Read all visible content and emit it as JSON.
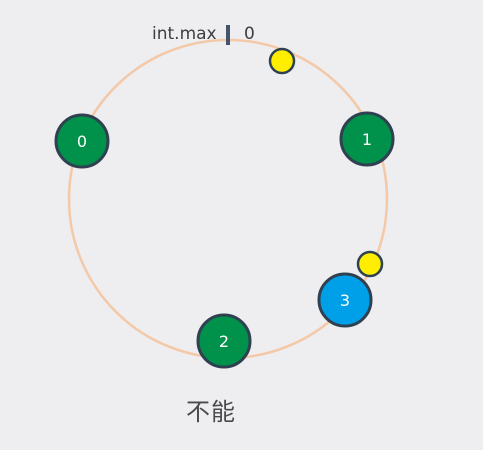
{
  "diagram": {
    "ring_label_left": "int.max",
    "ring_label_right": "0",
    "caption": "不能",
    "colors": {
      "ring": "#f3c9a8",
      "server_node": "#00924a",
      "new_node": "#00a0e9",
      "key_marker": "#ffee00",
      "node_border": "#2f4150",
      "label_text": "#ffffff"
    },
    "server_nodes": [
      {
        "label": "0"
      },
      {
        "label": "1"
      },
      {
        "label": "2"
      }
    ],
    "new_node": {
      "label": "3"
    },
    "key_markers_count": 2
  }
}
